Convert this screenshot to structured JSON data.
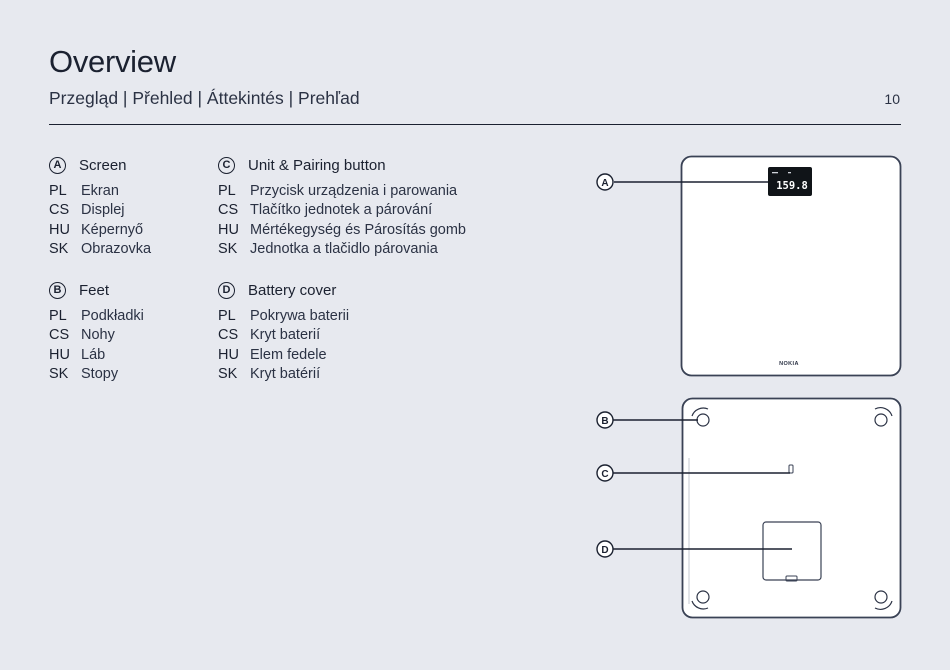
{
  "page": {
    "title": "Overview",
    "subtitle": "Przegląd | Přehled | Áttekintés | Prehľad",
    "page_number": "10"
  },
  "sections": [
    {
      "letter": "A",
      "title": "Screen",
      "rows": [
        {
          "lang": "PL",
          "text": "Ekran"
        },
        {
          "lang": "CS",
          "text": "Displej"
        },
        {
          "lang": "HU",
          "text": "Képernyő"
        },
        {
          "lang": "SK",
          "text": "Obrazovka"
        }
      ]
    },
    {
      "letter": "B",
      "title": "Feet",
      "rows": [
        {
          "lang": "PL",
          "text": "Podkładki"
        },
        {
          "lang": "CS",
          "text": "Nohy"
        },
        {
          "lang": "HU",
          "text": "Láb"
        },
        {
          "lang": "SK",
          "text": "Stopy"
        }
      ]
    },
    {
      "letter": "C",
      "title": "Unit & Pairing button",
      "rows": [
        {
          "lang": "PL",
          "text": "Przycisk urządzenia i parowania"
        },
        {
          "lang": "CS",
          "text": "Tlačítko jednotek a párování"
        },
        {
          "lang": "HU",
          "text": "Mértékegység és Párosítás gomb"
        },
        {
          "lang": "SK",
          "text": "Jednotka a tlačidlo párovania"
        }
      ]
    },
    {
      "letter": "D",
      "title": "Battery cover",
      "rows": [
        {
          "lang": "PL",
          "text": "Pokrywa baterii"
        },
        {
          "lang": "CS",
          "text": "Kryt baterií"
        },
        {
          "lang": "HU",
          "text": "Elem fedele"
        },
        {
          "lang": "SK",
          "text": "Kryt batérií"
        }
      ]
    }
  ],
  "diagram": {
    "display_reading": "159.8",
    "brand": "NOKIA",
    "callouts": [
      "A",
      "B",
      "C",
      "D"
    ]
  }
}
